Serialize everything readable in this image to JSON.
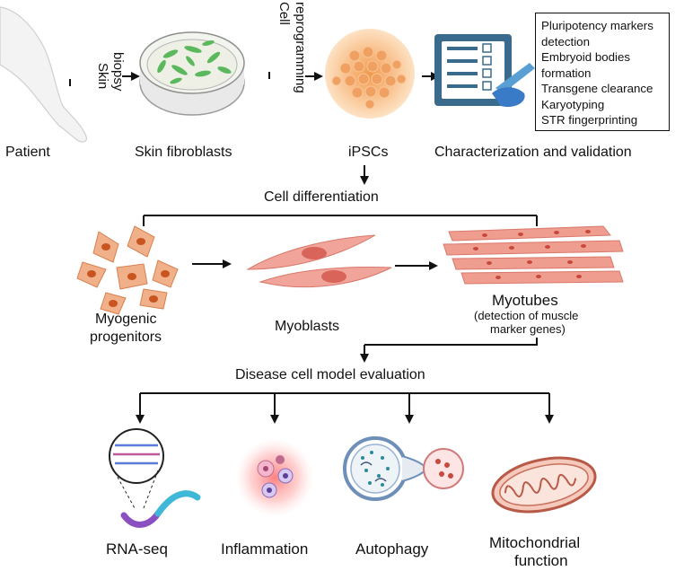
{
  "steps": {
    "patient": "Patient",
    "skin_biopsy_1": "Skin",
    "skin_biopsy_2": "biopsy",
    "fibroblasts": "Skin fibroblasts",
    "reprog_1": "Cell",
    "reprog_2": "reprogramming",
    "ipscs": "iPSCs",
    "characterization": "Characterization and validation",
    "cell_differentiation": "Cell differentiation",
    "progenitors_1": "Myogenic",
    "progenitors_2": "progenitors",
    "myoblasts": "Myoblasts",
    "myotubes": "Myotubes",
    "myotubes_note_1": "(detection of muscle",
    "myotubes_note_2": "marker genes)",
    "evaluation": "Disease cell model evaluation",
    "rnaseq": "RNA-seq",
    "inflammation": "Inflammation",
    "autophagy": "Autophagy",
    "mito_1": "Mitochondrial",
    "mito_2": "function"
  },
  "validation_list": [
    "Pluripotency markers",
    "detection",
    "Embryoid bodies",
    "formation",
    "Transgene clearance",
    "Karyotyping",
    "STR fingerprinting"
  ],
  "colors": {
    "fibroblast_green": "#5cb85c",
    "ipsc_orange": "#f2a45c",
    "muscle_red": "#e07a6a",
    "progenitor_orange": "#e0804e",
    "rna_purple": "#8a4fc0",
    "rna_cyan": "#3fb8d8"
  }
}
